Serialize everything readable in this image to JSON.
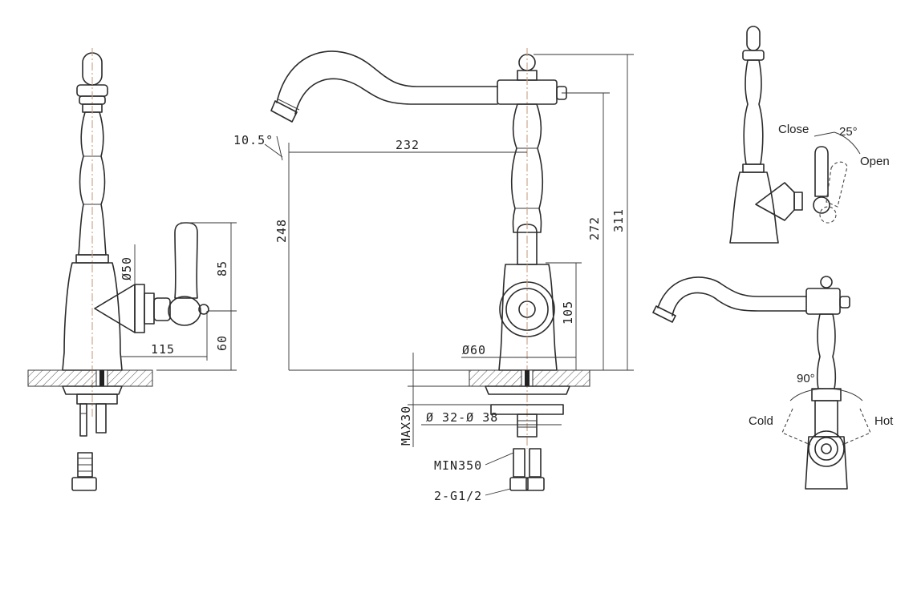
{
  "dimensions": {
    "angle_spout": "10.5°",
    "reach": "232",
    "height_248": "248",
    "height_272": "272",
    "height_311": "311",
    "side_85": "85",
    "side_60": "60",
    "side_115": "115",
    "side_diam50": "Ø50",
    "front_105": "105",
    "front_diam60": "Ø60",
    "max_thickness": "MAX30",
    "hole_diam": "Ø 32-Ø 38",
    "hose_length": "MIN350",
    "connection": "2-G1/2"
  },
  "handle_labels": {
    "close": "Close",
    "open": "Open",
    "lever_angle": "25°",
    "cold": "Cold",
    "hot": "Hot",
    "swivel_angle": "90°"
  },
  "colors": {
    "line": "#2b2b2b",
    "centerline": "#c8a080",
    "background": "#ffffff"
  }
}
